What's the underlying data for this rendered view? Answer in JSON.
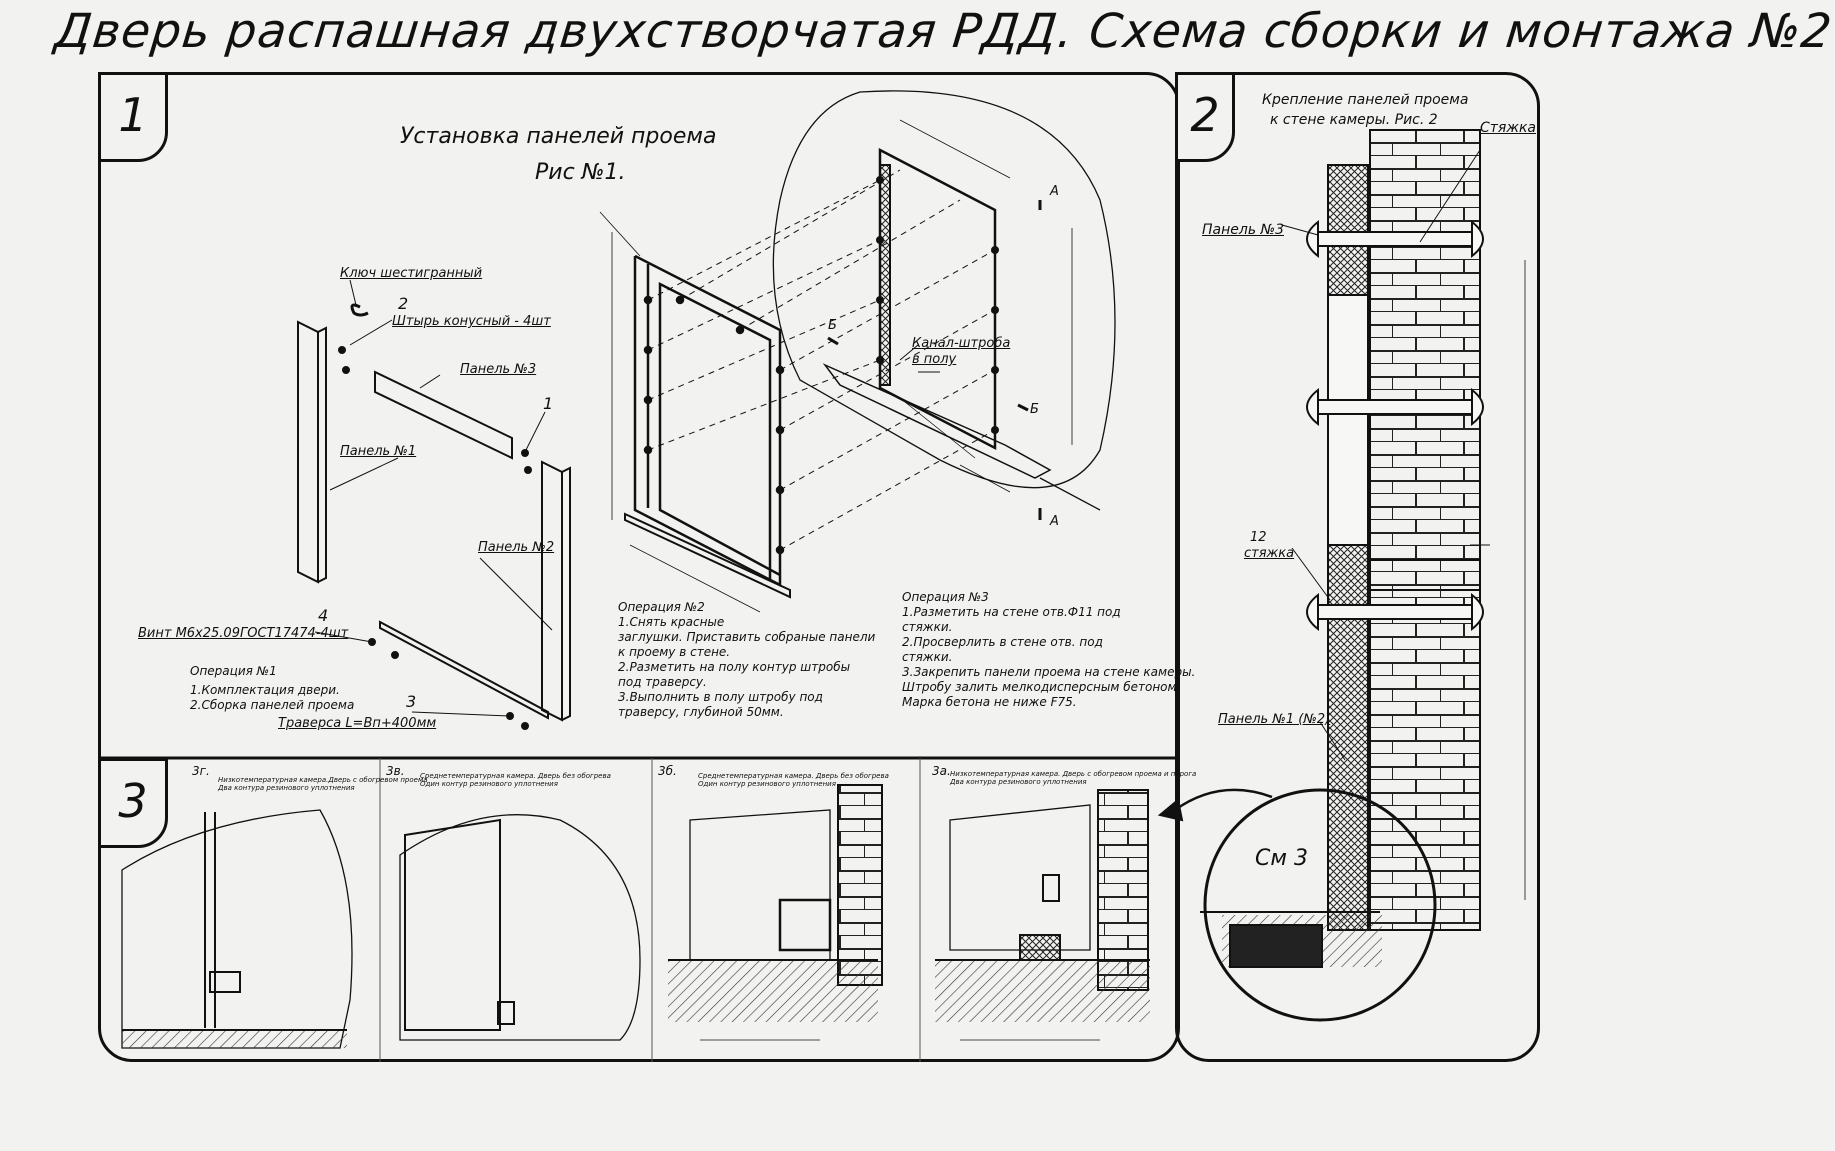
{
  "title": "Дверь распашная двухстворчатая РДД. Схема сборки и монтажа №2",
  "panel1": {
    "number": "1",
    "heading_line1": "Установка панелей проема",
    "heading_line2": "Рис №1.",
    "labels": {
      "key": "Ключ шестигранный",
      "pin_num": "2",
      "pin": "Штырь конусный - 4шт",
      "panel3": "Панель №3",
      "num1": "1",
      "panel1": "Панель №1",
      "panel2": "Панель №2",
      "num4": "4",
      "screw": "Винт М6х25.09ГОСТ17474-4шт",
      "num3": "3",
      "traverse": "Траверса  L=Вп+400мм",
      "channel_line1": "Канал-штроба",
      "channel_line2": "в полу",
      "mark_a_top": "А",
      "mark_a_bottom": "А",
      "mark_b_left": "Б",
      "mark_b_right": "Б"
    },
    "operation1": {
      "title": "Операция №1",
      "lines": [
        "1.Комплектация двери.",
        "2.Сборка панелей проема"
      ]
    },
    "operation2": {
      "title": "Операция №2",
      "lines": [
        "1.Снять красные",
        "заглушки. Приставить собраные панели",
        "к проему в стене.",
        "2.Разметить на полу контур штробы",
        "под траверсу.",
        "3.Выполнить в полу штробу под",
        "траверсу, глубиной 50мм."
      ]
    },
    "operation3": {
      "title": "Операция №3",
      "lines": [
        "1.Разметить на стене отв.Ф11 под",
        "стяжки.",
        "2.Просверлить в стене отв.   под",
        "стяжки.",
        "3.Закрепить панели проема на стене камеры.",
        "Штробу залить мелкодисперсным бетоном",
        "Марка бетона не ниже   F75."
      ]
    }
  },
  "panel2": {
    "number": "2",
    "heading_line1": "Крепление панелей проема",
    "heading_line2": "к стене камеры. Рис. 2",
    "labels": {
      "tie_top": "Стяжка",
      "panel3": "Панель №3",
      "tie_num": "12",
      "tie_mid": "стяжка",
      "panel12": "Панель №1 (№2)",
      "see3": "См 3"
    }
  },
  "panel3": {
    "number": "3",
    "subs": [
      {
        "tag": "3г.",
        "note_line1": "Низкотемпературная камера.Дверь с обогревом проема",
        "note_line2": "Два контура резинового уплотнения"
      },
      {
        "tag": "3в.",
        "note_line1": "Среднетемпературная камера. Дверь без обогрева",
        "note_line2": "Один контур резинового уплотнения"
      },
      {
        "tag": "3б.",
        "note_line1": "Среднетемпературная камера. Дверь без обогрева",
        "note_line2": "Один контур резинового уплотнения"
      },
      {
        "tag": "3а.",
        "note_line1": "Низкотемпературная камера. Дверь с обогревом проема и порога",
        "note_line2": "Два контура резинового уплотнения"
      }
    ]
  }
}
